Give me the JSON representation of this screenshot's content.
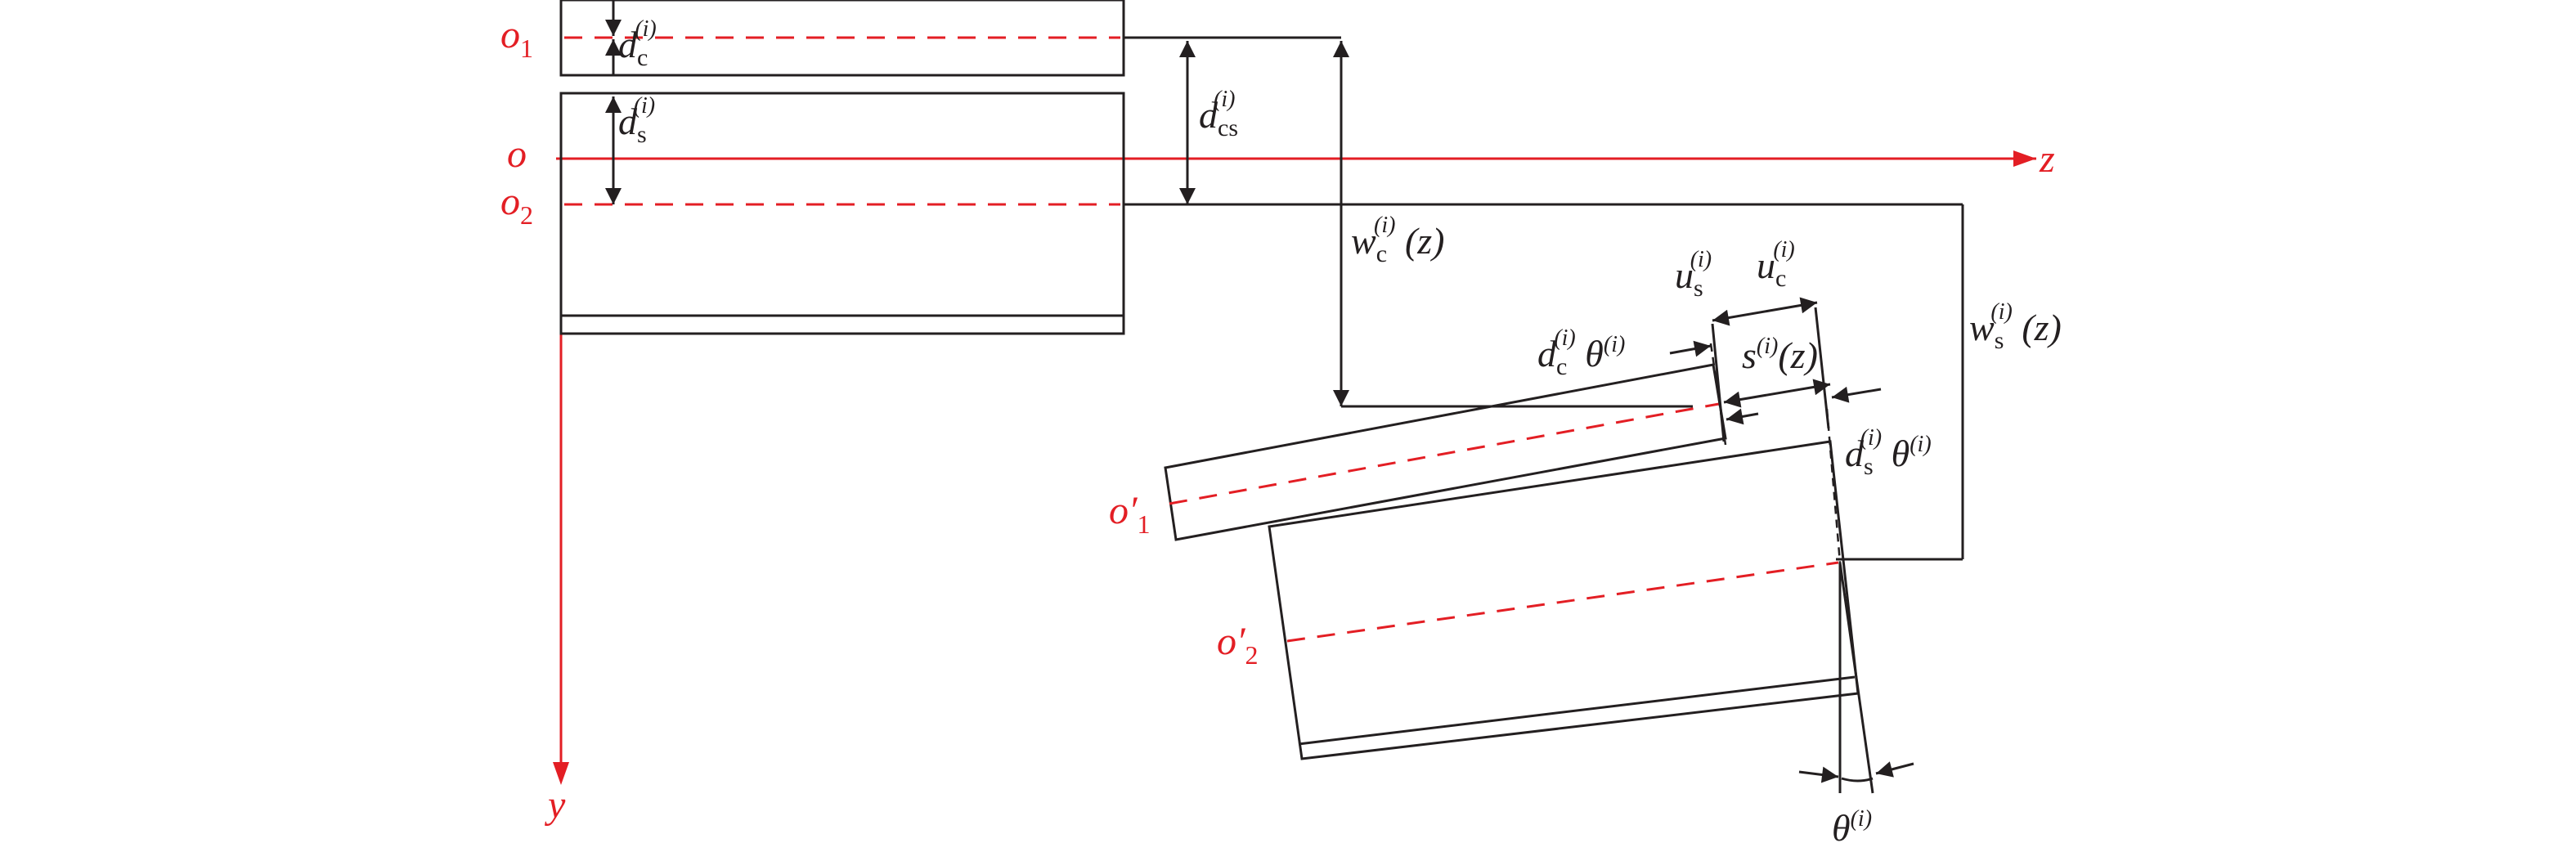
{
  "colors": {
    "axis": "#e31e24",
    "line": "#231f20",
    "background": "#ffffff"
  },
  "axes": {
    "horizontal": "z",
    "vertical": "y",
    "origin": "o"
  },
  "origins": {
    "o1": {
      "main": "o",
      "sub": "1"
    },
    "o2": {
      "main": "o",
      "sub": "2"
    },
    "o1p": {
      "main": "o′",
      "sub": "1"
    },
    "o2p": {
      "main": "o′",
      "sub": "2"
    }
  },
  "labels": {
    "dc": {
      "main": "d",
      "sub": "c",
      "sup": "(i)"
    },
    "ds": {
      "main": "d",
      "sub": "s",
      "sup": "(i)"
    },
    "dcs": {
      "main": "d",
      "sub": "cs",
      "sup": "(i)"
    },
    "wc": {
      "main": "w",
      "sub": "c",
      "sup": "(i)",
      "arg": " (z)"
    },
    "ws": {
      "main": "w",
      "sub": "s",
      "sup": "(i)",
      "arg": " (z)"
    },
    "us": {
      "main": "u",
      "sub": "s",
      "sup": "(i)"
    },
    "uc": {
      "main": "u",
      "sub": "c",
      "sup": "(i)"
    },
    "s": {
      "main": "s",
      "sup": "(i)",
      "arg": "(z)"
    },
    "dctheta": {
      "main": "d",
      "sub": "c",
      "sup": "(i)",
      "tail": " θ",
      "tailsup": "(i)"
    },
    "dstheta": {
      "main": "d",
      "sub": "s",
      "sup": "(i)",
      "tail": " θ",
      "tailsup": "(i)"
    },
    "theta": {
      "main": "θ",
      "sup": "(i)"
    }
  }
}
